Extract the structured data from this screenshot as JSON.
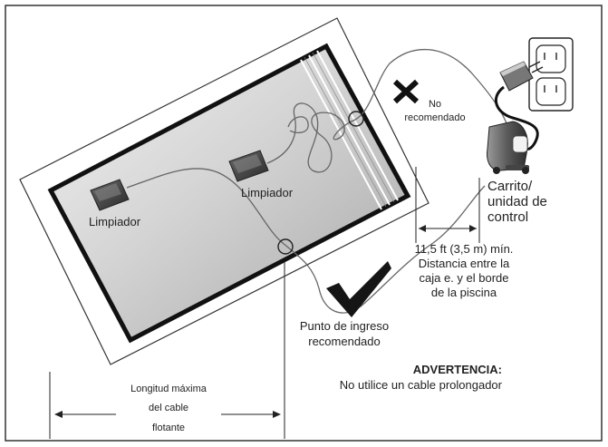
{
  "labels": {
    "not_recommended_1": "No",
    "not_recommended_2": "recomendado",
    "cleaner_1": "Limpiador",
    "cleaner_2": "Limpiador",
    "cart_1": "Carrito/",
    "cart_2": "unidad de",
    "cart_3": "control",
    "distance_1": "11,5 ft (3,5 m) mín.",
    "distance_2": "Distancia entre la",
    "distance_3": "caja e. y el borde",
    "distance_4": "de la piscina",
    "entry_1": "Punto de ingreso",
    "entry_2": "recomendado",
    "warning_title": "ADVERTENCIA:",
    "warning_text": "No utilice un cable prolongador",
    "cable_len_1": "Longitud máxima",
    "cable_len_2": "del cable",
    "cable_len_3": "flotante"
  },
  "colors": {
    "frame": "#333333",
    "pool_border": "#111111",
    "water_light": "#f2f2f2",
    "water_dark": "#a8a8a8",
    "cable": "#555555",
    "check": "#1a1a1a"
  },
  "icons": {
    "wrong": "x-mark-icon",
    "right": "check-mark-icon",
    "outlet": "wall-outlet-icon",
    "plug": "power-adapter-icon",
    "cart": "control-unit-cart-icon"
  }
}
